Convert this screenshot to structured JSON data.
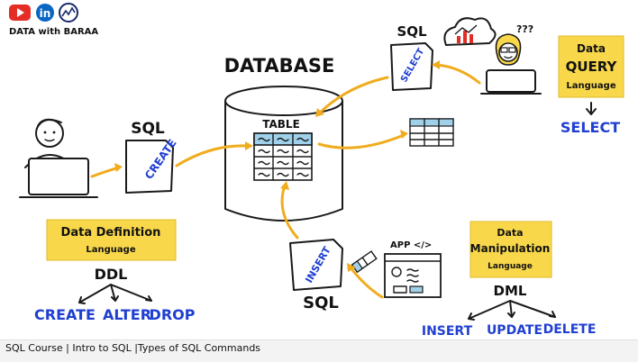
{
  "brand": {
    "name": "DATA with BARAA",
    "youtube_icon": "youtube-icon",
    "linkedin_icon": "linkedin-icon",
    "logo_icon": "logo-icon"
  },
  "database": {
    "title": "DATABASE",
    "table_label": "TABLE"
  },
  "ddl": {
    "sql_label": "SQL",
    "doc_label": "CREATE",
    "box_line1": "Data Definition",
    "box_line2": "Language",
    "abbr": "DDL",
    "commands": [
      "CREATE",
      "ALTER",
      "DROP"
    ]
  },
  "dql": {
    "sql_label": "SQL",
    "doc_label": "SELECT",
    "box_line1": "Data",
    "box_line2": "QUERY",
    "box_line3": "Language",
    "command": "SELECT"
  },
  "dml": {
    "sql_label": "SQL",
    "doc_label": "INSERT",
    "app_label": "APP </>",
    "box_line1": "Data",
    "box_line2": "Manipulation",
    "box_line3": "Language",
    "abbr": "DML",
    "commands": [
      "INSERT",
      "UPDATE",
      "DELETE"
    ]
  },
  "decor": {
    "question_marks": "???"
  },
  "footer": {
    "text": "SQL Course  |  Intro to SQL  |Types of SQL Commands"
  },
  "colors": {
    "accent_yellow": "#f8d84a",
    "arrow_orange": "#f0ac1e",
    "command_blue": "#1f3fd1",
    "table_blue": "#9fd1ea",
    "youtube_red": "#e52d27",
    "linkedin_blue": "#0a66c2"
  }
}
